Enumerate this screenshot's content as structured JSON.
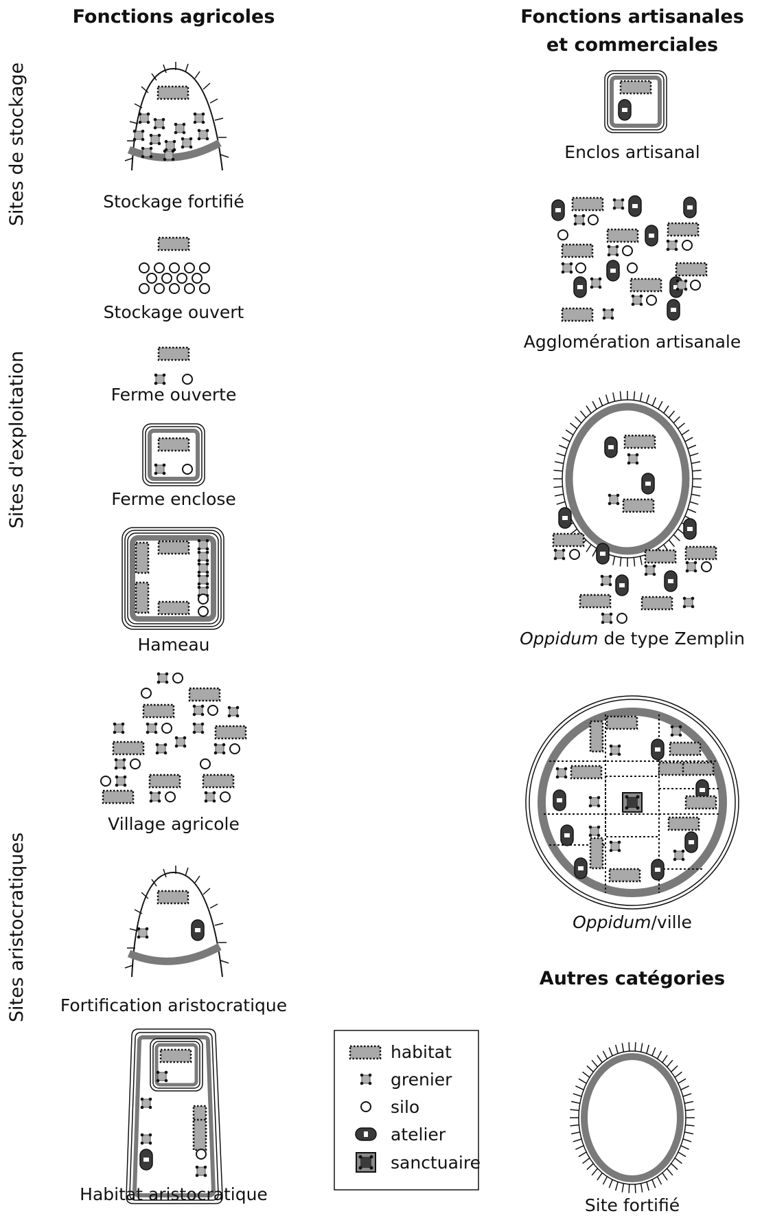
{
  "headings": {
    "agri": "Fonctions agricoles",
    "arti_line1": "Fonctions artisanales",
    "arti_line2": "et commerciales",
    "other": "Autres catégories"
  },
  "side_labels": {
    "stockage": "Sites de stockage",
    "exploitation": "Sites d'exploitation",
    "aristo": "Sites aristocratiques"
  },
  "labels": {
    "stockage_fortifie": "Stockage fortifié",
    "stockage_ouvert": "Stockage ouvert",
    "ferme_ouverte": "Ferme ouverte",
    "ferme_enclose": "Ferme enclose",
    "hameau": "Hameau",
    "village_agricole": "Village agricole",
    "fortification_aristo": "Fortification aristocratique",
    "habitat_aristo": "Habitat aristocratique",
    "enclos_artisanal": "Enclos artisanal",
    "agglomeration": "Agglomération artisanale",
    "zemplin_italic": "Oppidum",
    "zemplin_rest": " de type Zemplin",
    "ville_italic": "Oppidum",
    "ville_rest": "/ville",
    "site_fortifie": "Site fortifié"
  },
  "legend": {
    "habitat": "habitat",
    "grenier": "grenier",
    "silo": "silo",
    "atelier": "atelier",
    "sanctuaire": "sanctuaire"
  },
  "colors": {
    "wall": "#7a7a7a",
    "fill": "#a9a9a9",
    "ink": "#111111",
    "atelier": "#3a3a3a"
  }
}
